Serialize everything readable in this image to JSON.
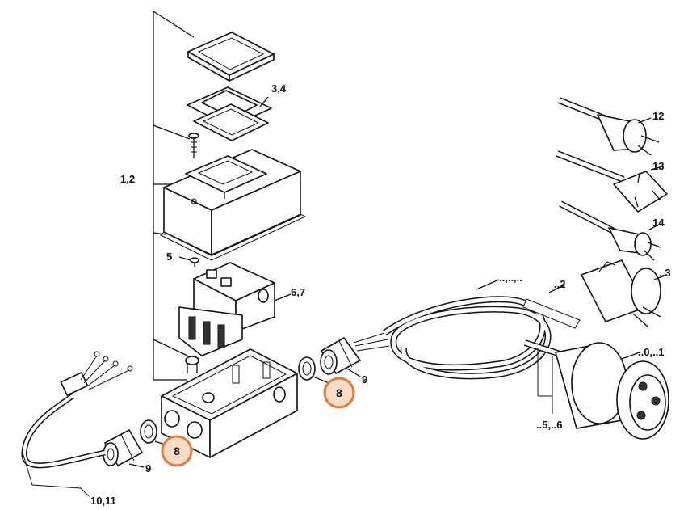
{
  "labels": {
    "l_3_4": "3,4",
    "l_1_2": "1,2",
    "l_5": "5",
    "l_6_7": "6,7",
    "l_12": "12",
    "l_13": "13",
    "l_14": "14",
    "l_top_cable": "..,..,..",
    "l_2": "..2",
    "l_3": "..3",
    "l_0_1": "..0,..1",
    "l_plug_cable": "..5,..6",
    "l_9a": "9",
    "l_9b": "9",
    "l_10_11": "10,11",
    "l_8a": "8",
    "l_8b": "8"
  },
  "colors": {
    "highlight_fill": "#f7dcc6",
    "highlight_stroke": "#e07d3c"
  }
}
